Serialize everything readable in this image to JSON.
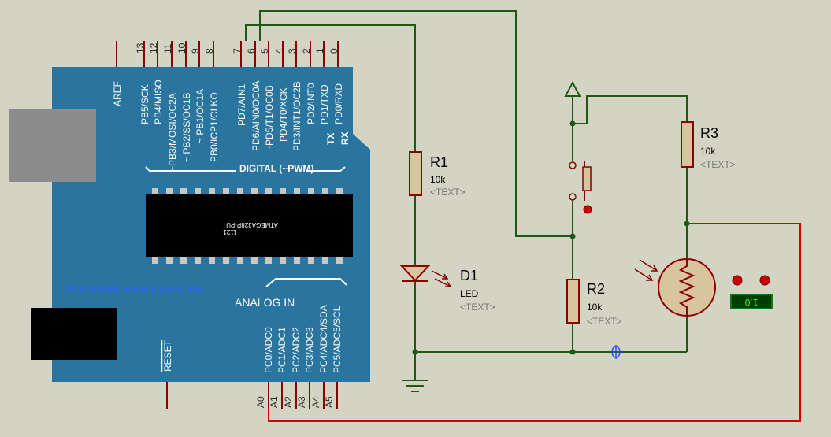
{
  "arduino": {
    "top_pin_numbers": [
      "13",
      "12",
      "11",
      "10",
      "9",
      "8",
      "7",
      "6",
      "5",
      "4",
      "3",
      "2",
      "1",
      "0"
    ],
    "aref": "AREF",
    "top_pin_labels": [
      "PB5/SCK",
      "PB4/MISO",
      "~PB3/MOSI/OC2A",
      "~ PB2/SS/OC1B",
      "~ PB1/OC1A",
      "PB0/ICP1/CLKO",
      "PD7/AIN1",
      "PD6/AIN0/OC0A",
      "~PD5/T1/OC0B",
      "PD4/T0/XCK",
      "PD3/INT1/OC2B",
      "PD2/INT0",
      "PD1/TXD",
      "PD0/RXD"
    ],
    "tx": "TX",
    "rx": "RX",
    "digital_label": "DIGITAL (~PWM)",
    "chip_text_1": "ATMEGA328P-PU",
    "chip_text_2": "1121",
    "blog": "microcontrolandos.blogspot.com",
    "analog_label": "ANALOG IN",
    "reset": "RESET",
    "analog_pin_labels": [
      "PC0/ADC0",
      "PC1/ADC1",
      "PC2/ADC2",
      "PC3/ADC3",
      "PC4/ADC4/SDA",
      "PC5/ADC5/SCL"
    ],
    "analog_pin_numbers": [
      "A0",
      "A1",
      "A2",
      "A3",
      "A4",
      "A5"
    ]
  },
  "components": {
    "r1": {
      "ref": "R1",
      "value": "10k",
      "text": "<TEXT>"
    },
    "d1": {
      "ref": "D1",
      "value": "LED",
      "text": "<TEXT>"
    },
    "r2": {
      "ref": "R2",
      "value": "10k",
      "text": "<TEXT>"
    },
    "r3": {
      "ref": "R3",
      "value": "10k",
      "text": "<TEXT>"
    },
    "meter": {
      "reading": "1.0"
    }
  }
}
